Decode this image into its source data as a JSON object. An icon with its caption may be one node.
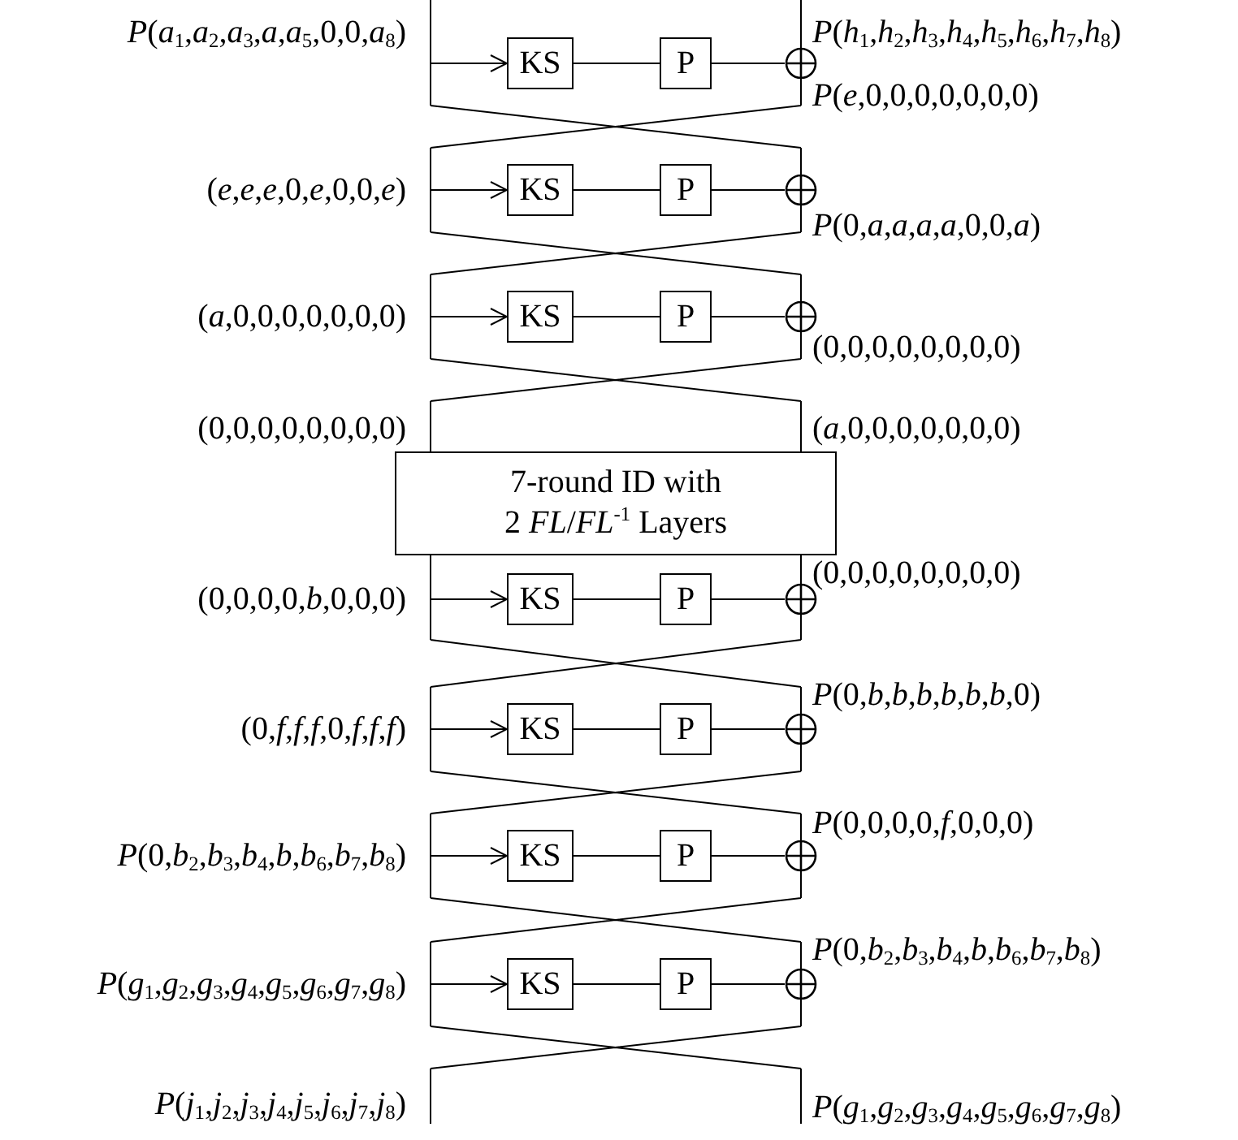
{
  "diagram": {
    "nodes": [
      {
        "text": [
          "KS"
        ]
      },
      {
        "text": [
          "P"
        ]
      },
      {
        "text": [],
        "shape": "circle"
      },
      {
        "text": [
          "KS"
        ]
      },
      {
        "text": [
          "P"
        ]
      },
      {
        "text": [],
        "shape": "circle"
      },
      {
        "text": [
          "KS"
        ]
      },
      {
        "text": [
          "P"
        ]
      },
      {
        "text": [],
        "shape": "circle"
      },
      {
        "text": [
          "7-round ID with 2 *FL*/*FL*$^{-1}$ Layers"
        ]
      },
      {
        "text": [
          "KS"
        ]
      },
      {
        "text": [
          "P"
        ]
      },
      {
        "text": [],
        "shape": "circle"
      },
      {
        "text": [
          "KS"
        ]
      },
      {
        "text": [
          "P"
        ]
      },
      {
        "text": [],
        "shape": "circle"
      },
      {
        "text": [
          "KS"
        ]
      },
      {
        "text": [
          "P"
        ]
      },
      {
        "text": [],
        "shape": "circle"
      },
      {
        "text": [
          "KS"
        ]
      },
      {
        "text": [
          "P"
        ]
      },
      {
        "text": [],
        "shape": "circle"
      }
    ],
    "edges": [
      {
        "from": null,
        "to": 0,
        "arrow": "to"
      },
      {
        "from": 0,
        "to": 1,
        "arrow": "none"
      },
      {
        "from": 1,
        "to": 2,
        "arrow": "none"
      },
      {
        "from": null,
        "to": 3,
        "arrow": "to"
      },
      {
        "from": 3,
        "to": 4,
        "arrow": "none"
      },
      {
        "from": 4,
        "to": 5,
        "arrow": "none"
      },
      {
        "from": null,
        "to": 6,
        "arrow": "to"
      },
      {
        "from": 6,
        "to": 7,
        "arrow": "none"
      },
      {
        "from": 7,
        "to": 8,
        "arrow": "none"
      },
      {
        "from": null,
        "to": 10,
        "arrow": "to"
      },
      {
        "from": 10,
        "to": 11,
        "arrow": "none"
      },
      {
        "from": 11,
        "to": 12,
        "arrow": "none"
      },
      {
        "from": null,
        "to": 13,
        "arrow": "to"
      },
      {
        "from": 13,
        "to": 14,
        "arrow": "none"
      },
      {
        "from": 14,
        "to": 15,
        "arrow": "none"
      },
      {
        "from": null,
        "to": 16,
        "arrow": "to"
      },
      {
        "from": 16,
        "to": 17,
        "arrow": "none"
      },
      {
        "from": 17,
        "to": 18,
        "arrow": "none"
      },
      {
        "from": null,
        "to": 19,
        "arrow": "to"
      },
      {
        "from": 19,
        "to": 20,
        "arrow": "none"
      },
      {
        "from": 20,
        "to": 21,
        "arrow": "none"
      }
    ],
    "labels": [
      "*P*(*a*$_{1}$,*a*$_{2}$,*a*$_{3}$,*a*,*a*$_{5}$,0,0,*a*$_{8}$)",
      "*P*(*h*$_{1}$,*h*$_{2}$,*h*$_{3}$,*h*$_{4}$,*h*$_{5}$,*h*$_{6}$,*h*$_{7}$,*h*$_{8}$)",
      "*P*(*e*,0,0,0,0,0,0,0)",
      "(*e*,*e*,*e*,0,*e*,0,0,*e*)",
      "*P*(0,*a*,*a*,*a*,*a*,0,0,*a*)",
      "(*a*,0,0,0,0,0,0,0)",
      "(0,0,0,0,0,0,0,0)",
      "(0,0,0,0,0,0,0,0)",
      "(*a*,0,0,0,0,0,0,0)",
      "(0,0,0,0,*b*,0,0,0)",
      "(0,0,0,0,0,0,0,0)",
      "*P*(0,*b*,*b*,*b*,*b*,*b*,*b*,0)",
      "(0,*f*,*f*,*f*,0,*f*,*f*,*f*)",
      "*P*(0,0,0,0,*f*,0,0,0)",
      "*P*(0,*b*$_{2}$,*b*$_{3}$,*b*$_{4}$,*b*,*b*$_{6}$,*b*$_{7}$,*b*$_{8}$)",
      "*P*(0,*b*$_{2}$,*b*$_{3}$,*b*$_{4}$,*b*,*b*$_{6}$,*b*$_{7}$,*b*$_{8}$)",
      "*P*(*g*$_{1}$,*g*$_{2}$,*g*$_{3}$,*g*$_{4}$,*g*$_{5}$,*g*$_{6}$,*g*$_{7}$,*g*$_{8}$)",
      "*P*(*j*$_{1}$,*j*$_{2}$,*j*$_{3}$,*j*$_{4}$,*j*$_{5}$,*j*$_{6}$,*j*$_{7}$,*j*$_{8}$)",
      "*P*(*g*$_{1}$,*g*$_{2}$,*g*$_{3}$,*g*$_{4}$,*g*$_{5}$,*g*$_{6}$,*g*$_{7}$,*g*$_{8}$)"
    ]
  }
}
